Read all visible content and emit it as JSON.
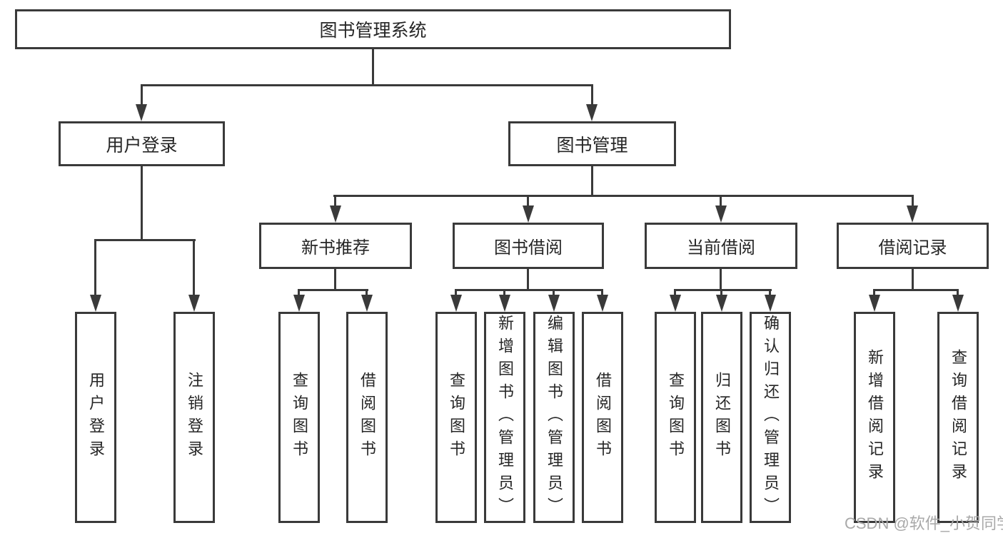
{
  "diagram": {
    "title": "图书管理系统",
    "root": {
      "label": "图书管理系统"
    },
    "level2": [
      {
        "label": "用户登录",
        "children": [
          {
            "label": "用户登录"
          },
          {
            "label": "注销登录"
          }
        ]
      },
      {
        "label": "图书管理",
        "children": [
          {
            "label": "新书推荐",
            "children": [
              {
                "label": "查询图书"
              },
              {
                "label": "借阅图书"
              }
            ]
          },
          {
            "label": "图书借阅",
            "children": [
              {
                "label": "查询图书"
              },
              {
                "label": "新增图书（管理员）"
              },
              {
                "label": "编辑图书（管理员）"
              },
              {
                "label": "借阅图书"
              }
            ]
          },
          {
            "label": "当前借阅",
            "children": [
              {
                "label": "查询图书"
              },
              {
                "label": "归还图书"
              },
              {
                "label": "确认归还（管理员）"
              }
            ]
          },
          {
            "label": "借阅记录",
            "children": [
              {
                "label": "新增借阅记录"
              },
              {
                "label": "查询借阅记录"
              }
            ]
          }
        ]
      }
    ]
  },
  "watermark": {
    "text": "CSDN @软件_小贺同学"
  },
  "colors": {
    "line": "#3a3a3a",
    "text": "#262626",
    "watermark": "#a9a9a9",
    "background": "#ffffff"
  }
}
